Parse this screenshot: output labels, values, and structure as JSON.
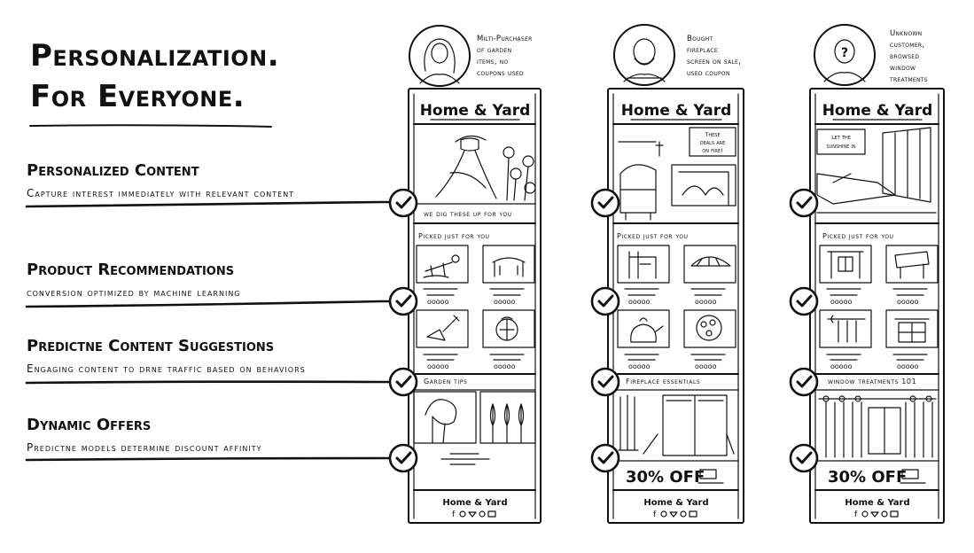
{
  "page": {
    "title_line1": "Personalization.",
    "title_line2": "For Everyone."
  },
  "features": [
    {
      "title": "Personalized Content",
      "desc": "Capture interest immediately with relevant content"
    },
    {
      "title": "Product Recommendations",
      "desc": "conversion optimized by machine learning"
    },
    {
      "title": "Predictne Content Suggestions",
      "desc": "Engaging content to drne traffic based on behaviors"
    },
    {
      "title": "Dynamic Offers",
      "desc": "Predictne models determine discount affinity"
    }
  ],
  "phones": [
    {
      "persona_lines": [
        "Milti-Purchaser",
        "of garden",
        "items, no",
        "coupons used"
      ],
      "brand": "Home & Yard",
      "hero_caption": "we dig these up for you",
      "section_label": "Picked just for you",
      "content_label": "Garden tips",
      "offer": "",
      "footer_brand": "Home & Yard",
      "social_icons": [
        "facebook-icon",
        "instagram-icon",
        "twitter-icon",
        "pinterest-icon",
        "youtube-icon"
      ]
    },
    {
      "persona_lines": [
        "Bought",
        "fireplace",
        "screen on sale,",
        "used coupon"
      ],
      "brand": "Home & Yard",
      "hero_bubble": [
        "These",
        "deals are",
        "on fire!"
      ],
      "section_label": "Picked just for you",
      "content_label": "Fireplace essentials",
      "offer": "30% OFF",
      "footer_brand": "Home & Yard",
      "social_icons": [
        "facebook-icon",
        "instagram-icon",
        "twitter-icon",
        "pinterest-icon",
        "youtube-icon"
      ]
    },
    {
      "persona_lines": [
        "Unknown",
        "customer,",
        "browsed",
        "window",
        "treatments"
      ],
      "brand": "Home & Yard",
      "hero_bubble": [
        "Let the",
        "sunshine in"
      ],
      "section_label": "Picked just for you",
      "content_label": "window treatments 101",
      "offer": "30% OFF",
      "footer_brand": "Home & Yard",
      "social_icons": [
        "facebook-icon",
        "instagram-icon",
        "twitter-icon",
        "pinterest-icon",
        "youtube-icon"
      ]
    }
  ]
}
